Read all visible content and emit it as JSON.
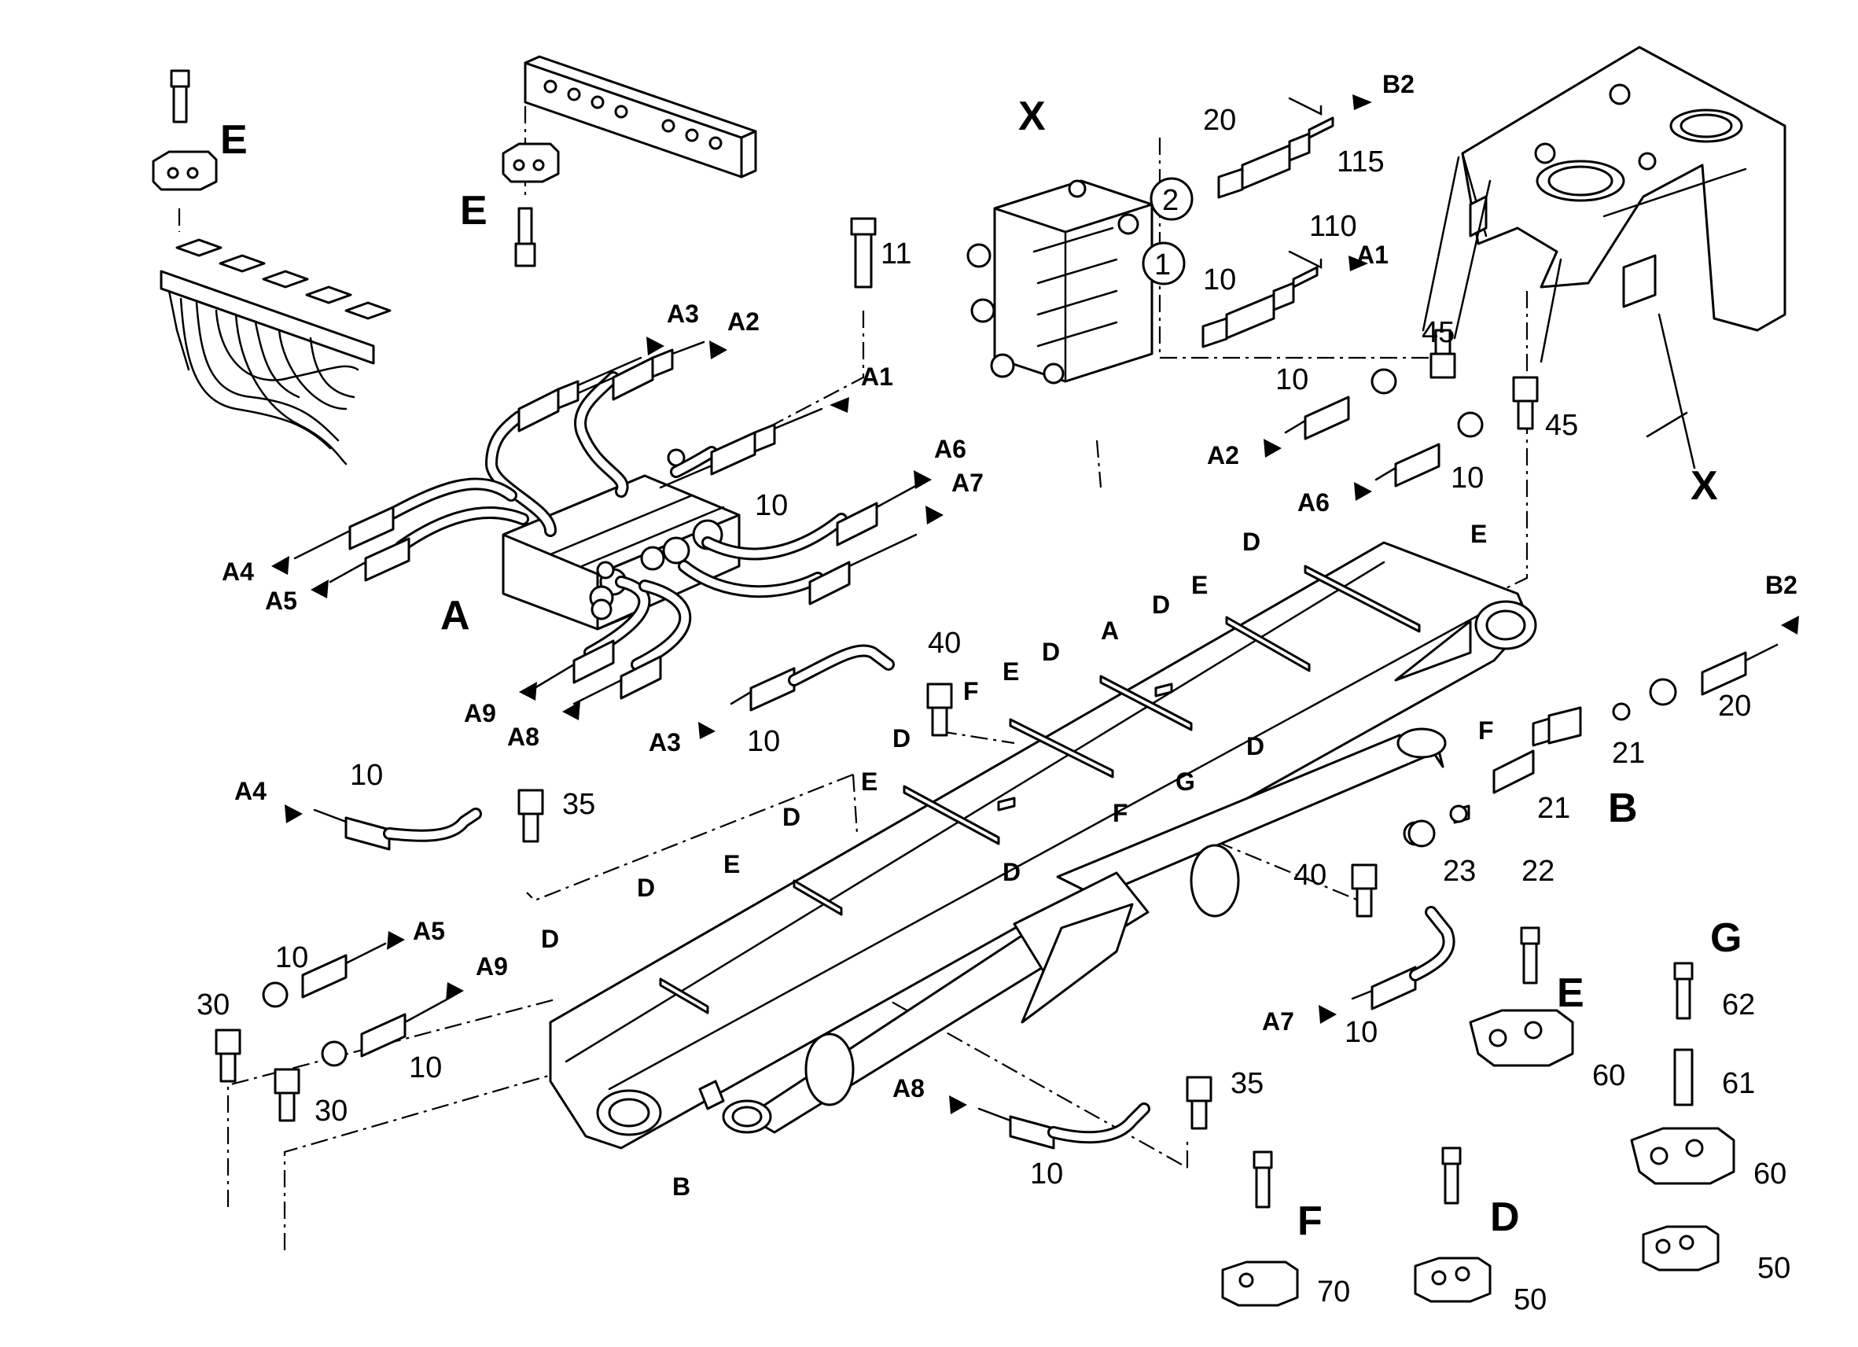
{
  "labels": {
    "A": "A",
    "B": "B",
    "D": "D",
    "E": "E",
    "F": "F",
    "G": "G",
    "X": "X",
    "A1": "A1",
    "A2": "A2",
    "A3": "A3",
    "A4": "A4",
    "A5": "A5",
    "A6": "A6",
    "A7": "A7",
    "A8": "A8",
    "A9": "A9",
    "B2": "B2",
    "n1": "1",
    "n2": "2",
    "n10": "10",
    "n11": "11",
    "n20": "20",
    "n21": "21",
    "n22": "22",
    "n23": "23",
    "n30": "30",
    "n35": "35",
    "n40": "40",
    "n45": "45",
    "n50": "50",
    "n60": "60",
    "n61": "61",
    "n62": "62",
    "n70": "70",
    "n110": "110",
    "n115": "115"
  }
}
